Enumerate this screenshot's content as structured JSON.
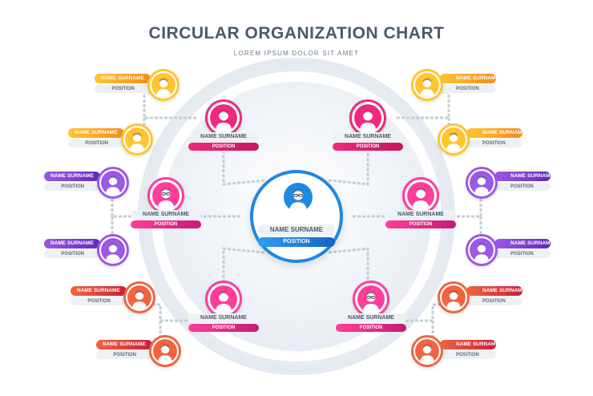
{
  "header": {
    "title": "CIRCULAR ORGANIZATION CHART",
    "subtitle": "LOREM IPSUM DOLOR SIT AMET"
  },
  "colors": {
    "blue": "#1e88e5",
    "magenta": "#e6197a",
    "pink": "#e0208f",
    "orange_yellow": "#f7a823",
    "purple": "#7b3fd0",
    "red_orange": "#ea4c3a",
    "connector": "#c5cdd6"
  },
  "center": {
    "name": "NAME SURNAME",
    "position": "POSITION",
    "icon": "person-glasses-icon"
  },
  "inner_nodes": [
    {
      "name": "NAME SURNAME",
      "position": "POSITION",
      "icon": "person-icon"
    },
    {
      "name": "NAME SURNAME",
      "position": "POSITION",
      "icon": "person-icon"
    },
    {
      "name": "NAME SURNAME",
      "position": "POSITION",
      "icon": "person-glasses-icon"
    },
    {
      "name": "NAME SURNAME",
      "position": "POSITION",
      "icon": "person-icon"
    },
    {
      "name": "NAME SURNAME",
      "position": "POSITION",
      "icon": "person-icon"
    },
    {
      "name": "NAME SURNAME",
      "position": "POSITION",
      "icon": "person-glasses-icon"
    }
  ],
  "outer_nodes": [
    {
      "name": "NAME SURNAME",
      "position": "POSITION",
      "icon": "person-icon"
    },
    {
      "name": "NAME SURNAME",
      "position": "POSITION",
      "icon": "person-icon"
    },
    {
      "name": "NAME SURNAME",
      "position": "POSITION",
      "icon": "person-icon"
    },
    {
      "name": "NAME SURNAME",
      "position": "POSITION",
      "icon": "person-icon"
    },
    {
      "name": "NAME SURNAME",
      "position": "POSITION",
      "icon": "person-icon"
    },
    {
      "name": "NAME SURNAME",
      "position": "POSITION",
      "icon": "person-icon"
    },
    {
      "name": "NAME SURNAME",
      "position": "POSITION",
      "icon": "person-icon"
    },
    {
      "name": "NAME SURNAME",
      "position": "POSITION",
      "icon": "person-icon"
    },
    {
      "name": "NAME SURNAME",
      "position": "POSITION",
      "icon": "person-icon"
    },
    {
      "name": "NAME SURNAME",
      "position": "POSITION",
      "icon": "person-icon"
    },
    {
      "name": "NAME SURNAME",
      "position": "POSITION",
      "icon": "person-icon"
    },
    {
      "name": "NAME SURNAME",
      "position": "POSITION",
      "icon": "person-icon"
    }
  ]
}
